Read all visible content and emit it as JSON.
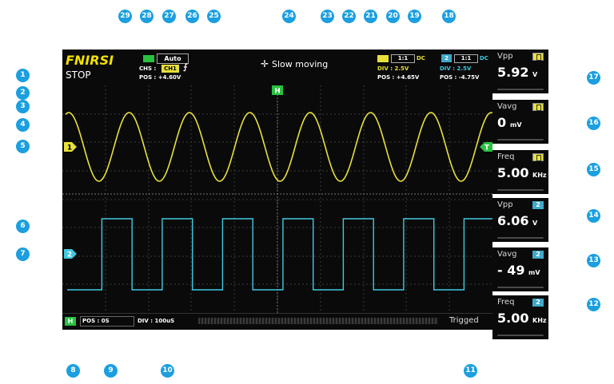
{
  "header": {
    "brand": "FNIRSI",
    "run_state": "STOP",
    "channel_select_label": "CHS :",
    "channel_select_value": "CH1",
    "trigger_mode": "Auto",
    "trigger_pos": "POS : +4.60V",
    "mode_text": "Slow moving",
    "ch1": {
      "probe": "1:1",
      "coupling": "DC",
      "div": "DIV : 2.5V",
      "pos": "POS : +4.65V",
      "color": "#e8e03a"
    },
    "ch2": {
      "number": "2",
      "probe": "1:1",
      "coupling": "DC",
      "div": "DIV : 2.5V",
      "pos": "POS : -4.75V",
      "color": "#3fc9e0"
    }
  },
  "markers": {
    "horizontal": "H",
    "trigger": "T",
    "ch1": "1",
    "ch2": "2"
  },
  "footer": {
    "time_badge": "H",
    "h_pos": "POS : 0S",
    "h_div": "DIV : 100uS",
    "trigger_status": "Trigged"
  },
  "measurements": [
    {
      "label": "Vpp",
      "channel": "1",
      "value": "5.92",
      "unit": "V"
    },
    {
      "label": "Vavg",
      "channel": "1",
      "value": "0",
      "unit": "mV"
    },
    {
      "label": "Freq",
      "channel": "1",
      "value": "5.00",
      "unit": "KHz"
    },
    {
      "label": "Vpp",
      "channel": "2",
      "value": "6.06",
      "unit": "V"
    },
    {
      "label": "Vavg",
      "channel": "2",
      "value": "- 49",
      "unit": "mV"
    },
    {
      "label": "Freq",
      "channel": "2",
      "value": "5.00",
      "unit": "KHz"
    }
  ],
  "callouts": [
    "1",
    "2",
    "3",
    "4",
    "5",
    "6",
    "7",
    "8",
    "9",
    "10",
    "11",
    "12",
    "13",
    "14",
    "15",
    "16",
    "17",
    "18",
    "19",
    "20",
    "21",
    "22",
    "23",
    "24",
    "25",
    "26",
    "27",
    "28",
    "29"
  ],
  "colors": {
    "ch1": "#e8e03a",
    "ch2": "#3fc9e0",
    "marker_green": "#28c040",
    "callout": "#1b9fe0"
  }
}
